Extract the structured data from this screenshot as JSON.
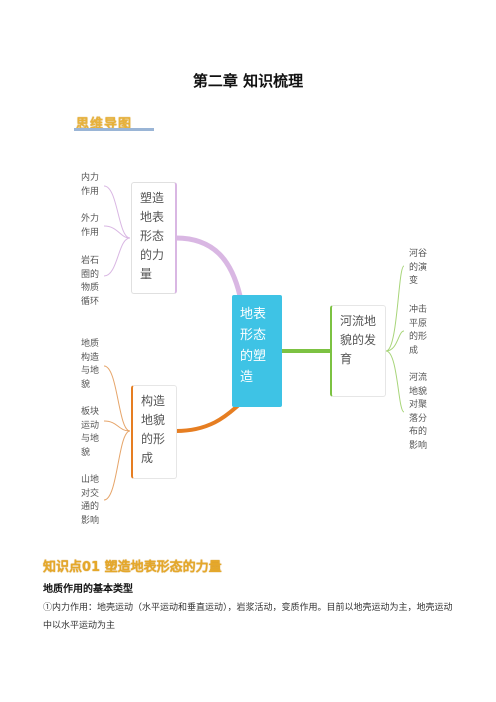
{
  "chapter_title": "第二章  知识梳理",
  "mindmap_heading": "思维导图",
  "mindmap": {
    "center": "地表形态的塑造",
    "branch_top": "塑造地表形态的力量",
    "branch_bottom": "构造地貌的形成",
    "branch_right": "河流地貌的发育",
    "top_leaves": [
      "内力作用",
      "外力作用",
      "岩石圈的物质循环"
    ],
    "bottom_leaves": [
      "地质构造与地貌",
      "板块运动与地貌",
      "山地对交通的影响"
    ],
    "right_leaves": [
      "河谷的演变",
      "冲击平原的形成",
      "河流地貌对聚落分布的影响"
    ]
  },
  "knowledge_point_heading": "知识点01 塑造地表形态的力量",
  "subheading": "地质作用的基本类型",
  "paragraph": "①内力作用：地壳运动（水平运动和垂直运动），岩浆活动，变质作用。目前以地壳运动为主，地壳运动中以水平运动为主",
  "colors": {
    "center": "#3ec3e5",
    "top_link": "#d9b7e3",
    "bottom_link": "#e67e22",
    "right_link": "#7cc242"
  }
}
